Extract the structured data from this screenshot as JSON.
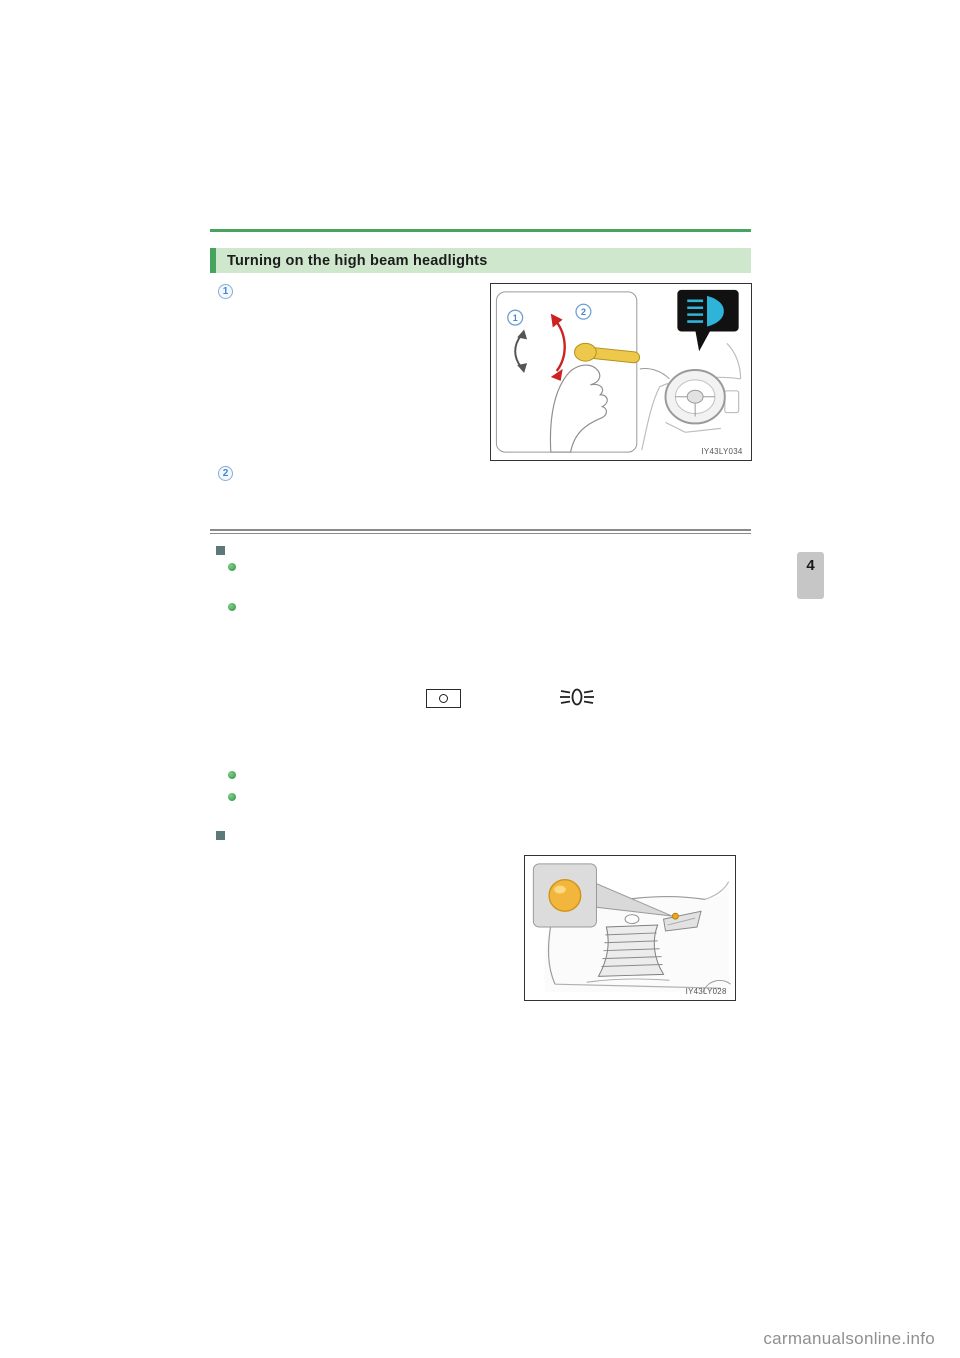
{
  "header": {
    "title": "Turning on the high beam headlights"
  },
  "steps": [
    {
      "number": "1"
    },
    {
      "number": "2"
    }
  ],
  "figures": [
    {
      "caption": "IY43LY034",
      "label1": "1",
      "label2": "2",
      "description_icons": [
        "high-beam-indicator-icon",
        "headlight-lever-illustration"
      ]
    },
    {
      "caption": "IY43LY028",
      "description_icons": [
        "amber-parking-light-closeup",
        "vehicle-front-illustration"
      ]
    }
  ],
  "symbols": [
    {
      "name": "switch-off-position-icon"
    },
    {
      "name": "tail-light-symbol-icon"
    }
  ],
  "page": {
    "section_tab": "4",
    "watermark": "carmanualsonline.info"
  },
  "colors": {
    "header_bg": "#cfe8cd",
    "header_accent": "#47a45f",
    "rule_green": "#47a45f",
    "bullet_green": "#3f9e4f",
    "bullet_square": "#5d7878",
    "step_blue": "#4a86c8",
    "high_beam_cyan": "#2fb3d9",
    "amber_light": "#f1b63b",
    "tab_gray": "#c6c6c6"
  }
}
